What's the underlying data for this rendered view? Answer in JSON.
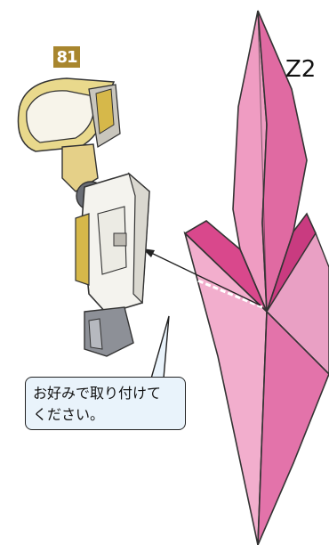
{
  "step": {
    "number": "81"
  },
  "part": {
    "label": "Z2"
  },
  "callout": {
    "line1": "お好みで取り付けて",
    "line2": "ください。"
  },
  "colors": {
    "badge": "#a8862e",
    "part_pink": "#e3609b",
    "callout_bg": "#e9f3fb",
    "gold_accent": "#d6b84a"
  }
}
